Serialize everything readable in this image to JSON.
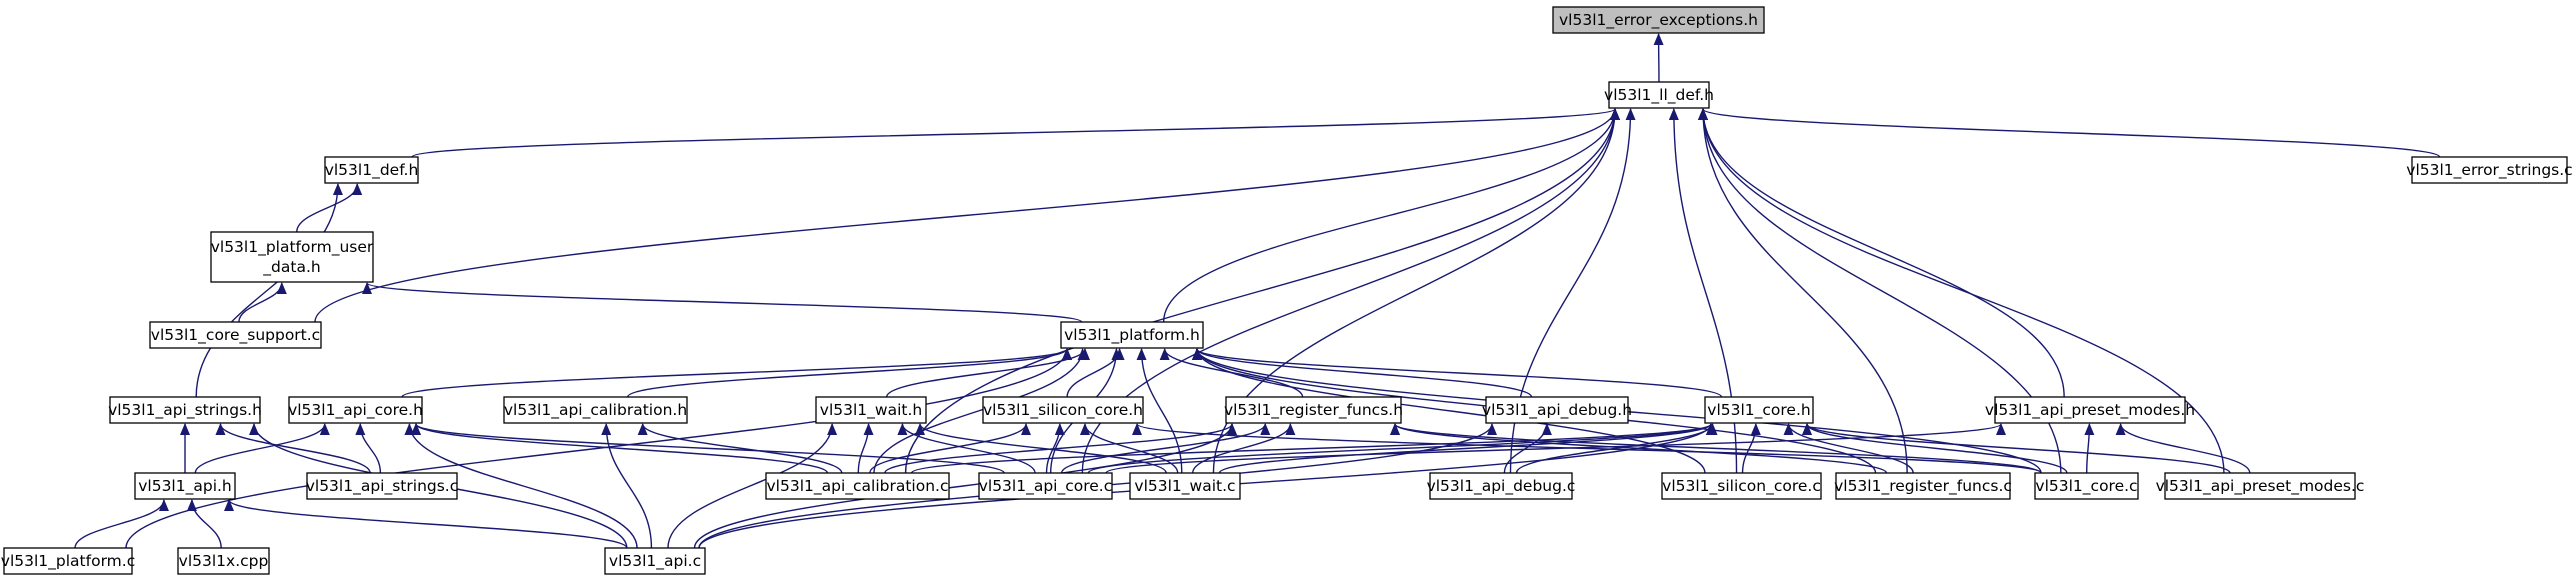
{
  "colors": {
    "edge": "#191970",
    "root_fill": "#bfbfbf",
    "node_fill": "#ffffff",
    "node_border": "#000000"
  },
  "nodes": [
    {
      "id": "error_exceptions",
      "lines": [
        "vl53l1_error_exceptions.h"
      ],
      "root": true
    },
    {
      "id": "ll_def",
      "lines": [
        "vl53l1_ll_def.h"
      ]
    },
    {
      "id": "def_h",
      "lines": [
        "vl53l1_def.h"
      ]
    },
    {
      "id": "error_strings_c",
      "lines": [
        "vl53l1_error_strings.c"
      ]
    },
    {
      "id": "platform_user_data",
      "lines": [
        "vl53l1_platform_user",
        "_data.h"
      ]
    },
    {
      "id": "core_support_c",
      "lines": [
        "vl53l1_core_support.c"
      ]
    },
    {
      "id": "platform_h",
      "lines": [
        "vl53l1_platform.h"
      ]
    },
    {
      "id": "api_strings_h",
      "lines": [
        "vl53l1_api_strings.h"
      ]
    },
    {
      "id": "api_core_h",
      "lines": [
        "vl53l1_api_core.h"
      ]
    },
    {
      "id": "api_calibration_h",
      "lines": [
        "vl53l1_api_calibration.h"
      ]
    },
    {
      "id": "wait_h",
      "lines": [
        "vl53l1_wait.h"
      ]
    },
    {
      "id": "silicon_core_h",
      "lines": [
        "vl53l1_silicon_core.h"
      ]
    },
    {
      "id": "register_funcs_h",
      "lines": [
        "vl53l1_register_funcs.h"
      ]
    },
    {
      "id": "api_debug_h",
      "lines": [
        "vl53l1_api_debug.h"
      ]
    },
    {
      "id": "core_h",
      "lines": [
        "vl53l1_core.h"
      ]
    },
    {
      "id": "api_preset_modes_h",
      "lines": [
        "vl53l1_api_preset_modes.h"
      ]
    },
    {
      "id": "api_h",
      "lines": [
        "vl53l1_api.h"
      ]
    },
    {
      "id": "api_strings_c",
      "lines": [
        "vl53l1_api_strings.c"
      ]
    },
    {
      "id": "api_calibration_c",
      "lines": [
        "vl53l1_api_calibration.c"
      ]
    },
    {
      "id": "api_core_c",
      "lines": [
        "vl53l1_api_core.c"
      ]
    },
    {
      "id": "wait_c",
      "lines": [
        "vl53l1_wait.c"
      ]
    },
    {
      "id": "api_debug_c",
      "lines": [
        "vl53l1_api_debug.c"
      ]
    },
    {
      "id": "silicon_core_c",
      "lines": [
        "vl53l1_silicon_core.c"
      ]
    },
    {
      "id": "register_funcs_c",
      "lines": [
        "vl53l1_register_funcs.c"
      ]
    },
    {
      "id": "core_c",
      "lines": [
        "vl53l1_core.c"
      ]
    },
    {
      "id": "api_preset_modes_c",
      "lines": [
        "vl53l1_api_preset_modes.c"
      ]
    },
    {
      "id": "platform_c",
      "lines": [
        "vl53l1_platform.c"
      ]
    },
    {
      "id": "x_cpp",
      "lines": [
        "vl53l1x.cpp"
      ]
    },
    {
      "id": "api_c",
      "lines": [
        "vl53l1_api.c"
      ]
    }
  ],
  "edges": [
    [
      "ll_def",
      "error_exceptions"
    ],
    [
      "def_h",
      "ll_def"
    ],
    [
      "error_strings_c",
      "ll_def"
    ],
    [
      "core_support_c",
      "ll_def"
    ],
    [
      "platform_h",
      "ll_def"
    ],
    [
      "api_preset_modes_h",
      "ll_def"
    ],
    [
      "api_calibration_c",
      "ll_def"
    ],
    [
      "api_core_c",
      "ll_def"
    ],
    [
      "wait_c",
      "ll_def"
    ],
    [
      "api_debug_c",
      "ll_def"
    ],
    [
      "silicon_core_c",
      "ll_def"
    ],
    [
      "register_funcs_c",
      "ll_def"
    ],
    [
      "core_c",
      "ll_def"
    ],
    [
      "api_preset_modes_c",
      "ll_def"
    ],
    [
      "platform_user_data",
      "def_h"
    ],
    [
      "api_strings_h",
      "def_h"
    ],
    [
      "core_support_c",
      "platform_user_data"
    ],
    [
      "platform_h",
      "platform_user_data"
    ],
    [
      "api_core_h",
      "platform_h"
    ],
    [
      "api_calibration_h",
      "platform_h"
    ],
    [
      "wait_h",
      "platform_h"
    ],
    [
      "silicon_core_h",
      "platform_h"
    ],
    [
      "register_funcs_h",
      "platform_h"
    ],
    [
      "api_debug_h",
      "platform_h"
    ],
    [
      "core_h",
      "platform_h"
    ],
    [
      "platform_c",
      "platform_h"
    ],
    [
      "api_calibration_c",
      "platform_h"
    ],
    [
      "api_core_c",
      "platform_h"
    ],
    [
      "wait_c",
      "platform_h"
    ],
    [
      "silicon_core_c",
      "platform_h"
    ],
    [
      "register_funcs_c",
      "platform_h"
    ],
    [
      "core_c",
      "platform_h"
    ],
    [
      "api_h",
      "api_strings_h"
    ],
    [
      "api_strings_c",
      "api_strings_h"
    ],
    [
      "api_c",
      "api_strings_h"
    ],
    [
      "api_h",
      "api_core_h"
    ],
    [
      "api_strings_c",
      "api_core_h"
    ],
    [
      "api_calibration_c",
      "api_core_h"
    ],
    [
      "api_core_c",
      "api_core_h"
    ],
    [
      "api_c",
      "api_core_h"
    ],
    [
      "api_calibration_c",
      "api_calibration_h"
    ],
    [
      "api_c",
      "api_calibration_h"
    ],
    [
      "api_calibration_c",
      "wait_h"
    ],
    [
      "api_core_c",
      "wait_h"
    ],
    [
      "wait_c",
      "wait_h"
    ],
    [
      "api_c",
      "wait_h"
    ],
    [
      "api_calibration_c",
      "silicon_core_h"
    ],
    [
      "api_core_c",
      "silicon_core_h"
    ],
    [
      "wait_c",
      "silicon_core_h"
    ],
    [
      "core_c",
      "silicon_core_h"
    ],
    [
      "api_calibration_c",
      "register_funcs_h"
    ],
    [
      "api_core_c",
      "register_funcs_h"
    ],
    [
      "wait_c",
      "register_funcs_h"
    ],
    [
      "register_funcs_c",
      "register_funcs_h"
    ],
    [
      "core_c",
      "register_funcs_h"
    ],
    [
      "api_c",
      "register_funcs_h"
    ],
    [
      "api_debug_c",
      "api_debug_h"
    ],
    [
      "api_c",
      "api_debug_h"
    ],
    [
      "api_calibration_c",
      "core_h"
    ],
    [
      "api_core_c",
      "core_h"
    ],
    [
      "wait_c",
      "core_h"
    ],
    [
      "api_debug_c",
      "core_h"
    ],
    [
      "silicon_core_c",
      "core_h"
    ],
    [
      "register_funcs_c",
      "core_h"
    ],
    [
      "core_c",
      "core_h"
    ],
    [
      "api_preset_modes_c",
      "core_h"
    ],
    [
      "api_c",
      "core_h"
    ],
    [
      "api_core_c",
      "api_preset_modes_h"
    ],
    [
      "core_c",
      "api_preset_modes_h"
    ],
    [
      "api_preset_modes_c",
      "api_preset_modes_h"
    ],
    [
      "platform_c",
      "api_h"
    ],
    [
      "x_cpp",
      "api_h"
    ],
    [
      "api_c",
      "api_h"
    ]
  ]
}
